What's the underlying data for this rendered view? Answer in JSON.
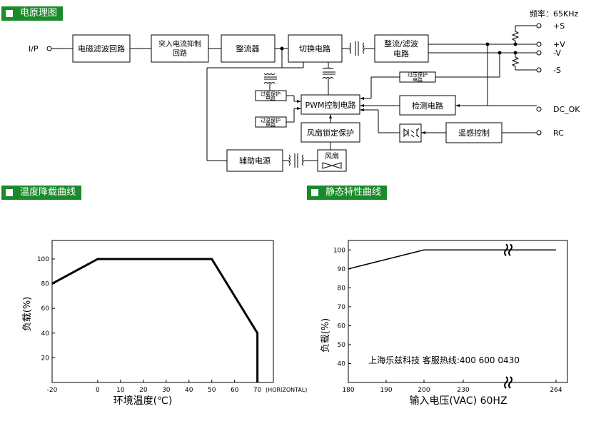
{
  "sections": {
    "block_diagram": "电原理图",
    "derating": "温度降载曲线",
    "static": "静态特性曲线"
  },
  "block_diagram": {
    "frequency": "频率：65KHz",
    "input_label": "I/P",
    "blocks": {
      "emi": "电磁滤波回路",
      "inrush_1": "突入电流抑制",
      "inrush_2": "回路",
      "rectifier": "整流器",
      "switching": "切换电路",
      "rect_filter_1": "整流/滤波",
      "rect_filter_2": "电路",
      "pwm": "PWM控制电路",
      "ovp_1": "过压保护",
      "ovp_2": "电路",
      "olp_1": "过载保护",
      "olp_2": "电路",
      "otp_1": "过温保护",
      "otp_2": "电路",
      "detect": "检测电路",
      "fan_lock": "风扇锁定保护",
      "remote": "遥感控制",
      "aux": "辅助电源",
      "fan": "风扇"
    },
    "outputs": {
      "plus_s": "+S",
      "plus_v": "+V",
      "minus_v": "-V",
      "minus_s": "-S",
      "dc_ok": "DC_OK",
      "rc": "RC"
    }
  },
  "derating_chart": {
    "chart_data": {
      "type": "line",
      "x": [
        -20,
        0,
        50,
        70,
        70
      ],
      "y": [
        80,
        100,
        100,
        40,
        0
      ],
      "xticks": [
        -20,
        0,
        10,
        20,
        30,
        40,
        50,
        60,
        70
      ],
      "yticks": [
        20,
        40,
        60,
        80,
        100
      ],
      "xlim": [
        -20,
        77
      ],
      "ylim": [
        0,
        115
      ],
      "xlabel": "环境温度(℃)",
      "x_unit_note": "(HORIZONTAL)",
      "ylabel": "负载(%)",
      "grid": false
    }
  },
  "static_chart": {
    "chart_data": {
      "type": "line",
      "x": [
        180,
        200,
        264
      ],
      "y": [
        90,
        100,
        100
      ],
      "xtick_labels": [
        "180",
        "190",
        "200",
        "230",
        "264"
      ],
      "yticks": [
        40,
        50,
        60,
        70,
        80,
        90,
        100
      ],
      "ylim": [
        30,
        105
      ],
      "xlabel": "输入电压(VAC) 60HZ",
      "ylabel": "负载(%)",
      "axis_break": true,
      "grid": false
    },
    "watermark": "上海乐兹科技 客服热线:400 600 0430"
  }
}
